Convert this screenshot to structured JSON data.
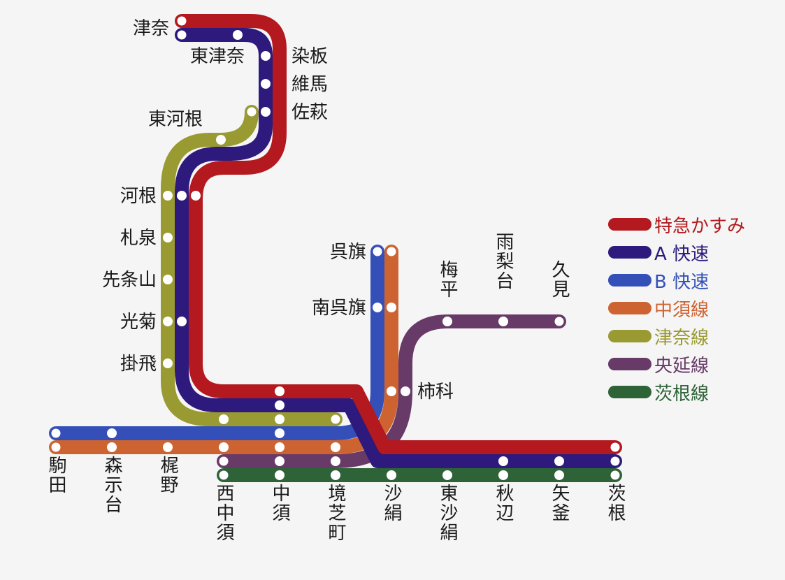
{
  "colors": {
    "tokkyu_kasumi": "#b3191e",
    "a_kaisoku": "#2d1a7c",
    "b_kaisoku": "#3450b8",
    "nakasu_line": "#cd6331",
    "tsuna_line": "#9a9a32",
    "oben_line": "#683a67",
    "ibarane_line": "#2e6337",
    "background": "#f5f5f5"
  },
  "legend": [
    {
      "id": "tokkyu_kasumi",
      "label": "特急かすみ"
    },
    {
      "id": "a_kaisoku",
      "label": "A 快速"
    },
    {
      "id": "b_kaisoku",
      "label": "B 快速"
    },
    {
      "id": "nakasu_line",
      "label": "中須線"
    },
    {
      "id": "tsuna_line",
      "label": "津奈線"
    },
    {
      "id": "oben_line",
      "label": "央延線"
    },
    {
      "id": "ibarane_line",
      "label": "茨根線"
    }
  ],
  "stations": {
    "tsuna": "津奈",
    "higashi_tsuna": "東津奈",
    "somei": "染板",
    "ima": "維馬",
    "sahagi": "佐萩",
    "higashi_kawane": "東河根",
    "kawane": "河根",
    "satsusen": "札泉",
    "senjoyama": "先条山",
    "koukiku": "光菊",
    "kakehi": "掛飛",
    "kureki": "呉旗",
    "minami_kureki": "南呉旗",
    "umehira": "梅平",
    "amanashidai": "雨梨台",
    "kumi": "久見",
    "kakishina": "柿科",
    "komada": "駒田",
    "morishimedai": "森示台",
    "kajino": "梶野",
    "nishinakasu": "西中須",
    "nakasu": "中須",
    "sakaishibamachi": "境芝町",
    "saken": "沙絹",
    "higashisaken": "東沙絹",
    "akibe": "秋辺",
    "yakama": "矢釜",
    "ibarane": "茨根"
  }
}
